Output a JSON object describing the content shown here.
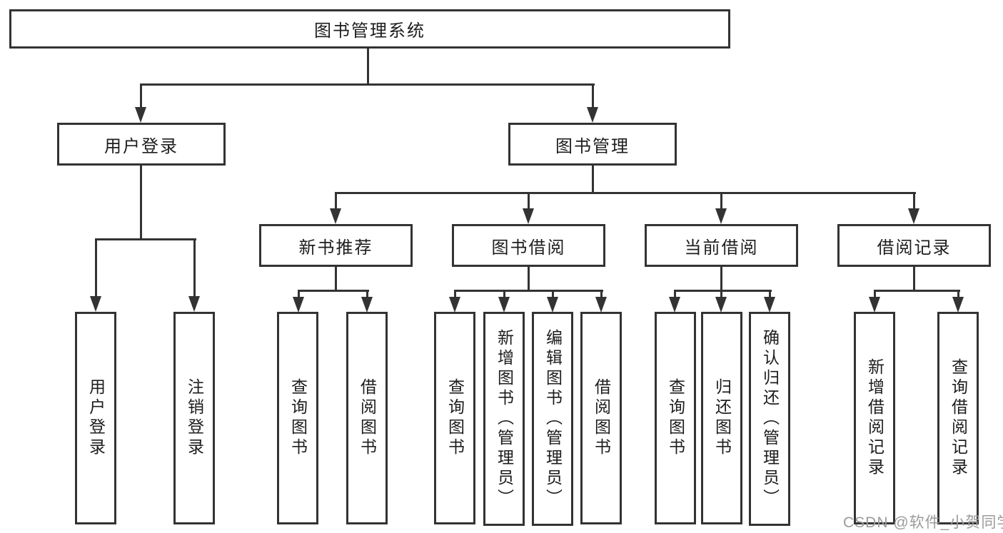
{
  "diagram": {
    "title": "图书管理系统",
    "branches": [
      {
        "label": "用户登录",
        "children": [
          {
            "label": "用户登录"
          },
          {
            "label": "注销登录"
          }
        ]
      },
      {
        "label": "图书管理",
        "children": [
          {
            "label": "新书推荐",
            "children": [
              {
                "label": "查询图书"
              },
              {
                "label": "借阅图书"
              }
            ]
          },
          {
            "label": "图书借阅",
            "children": [
              {
                "label": "查询图书"
              },
              {
                "label": "新增图书（管理员）"
              },
              {
                "label": "编辑图书（管理员）"
              },
              {
                "label": "借阅图书"
              }
            ]
          },
          {
            "label": "当前借阅",
            "children": [
              {
                "label": "查询图书"
              },
              {
                "label": "归还图书"
              },
              {
                "label": "确认归还（管理员）"
              }
            ]
          },
          {
            "label": "借阅记录",
            "children": [
              {
                "label": "新增借阅记录"
              },
              {
                "label": "查询借阅记录"
              }
            ]
          }
        ]
      }
    ]
  },
  "watermark": {
    "text": "CSDN @软件_小贺同学"
  }
}
